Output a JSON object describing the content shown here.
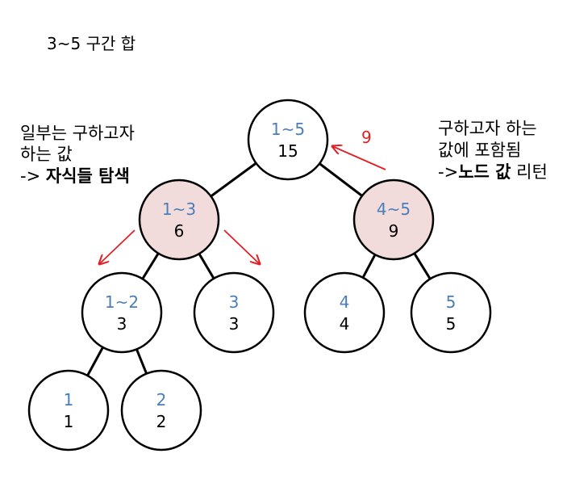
{
  "colors": {
    "range_text": "#4a7ebb",
    "highlight_fill": "#f2dcdb",
    "node_fill": "#ffffff",
    "stroke": "#000000",
    "arrow": "#e31e24"
  },
  "title": "3~5 구간 합",
  "left_note": {
    "line1": "일부는 구하고자",
    "line2": "하는 값",
    "line3_prefix": "-> ",
    "line3_bold": "자식들 탐색"
  },
  "right_note": {
    "line1": "구하고자 하는",
    "line2": "값에 포함됨",
    "line3_prefix": "->",
    "line3_bold": "노드 값",
    "line3_suffix": " 리턴"
  },
  "return_value": "9",
  "nodes": [
    {
      "range": "1~5",
      "sum": "15",
      "highlight": false
    },
    {
      "range": "1~3",
      "sum": "6",
      "highlight": true
    },
    {
      "range": "4~5",
      "sum": "9",
      "highlight": true
    },
    {
      "range": "1~2",
      "sum": "3",
      "highlight": false
    },
    {
      "range": "3",
      "sum": "3",
      "highlight": false
    },
    {
      "range": "4",
      "sum": "4",
      "highlight": false
    },
    {
      "range": "5",
      "sum": "5",
      "highlight": false
    },
    {
      "range": "1",
      "sum": "1",
      "highlight": false
    },
    {
      "range": "2",
      "sum": "2",
      "highlight": false
    }
  ]
}
